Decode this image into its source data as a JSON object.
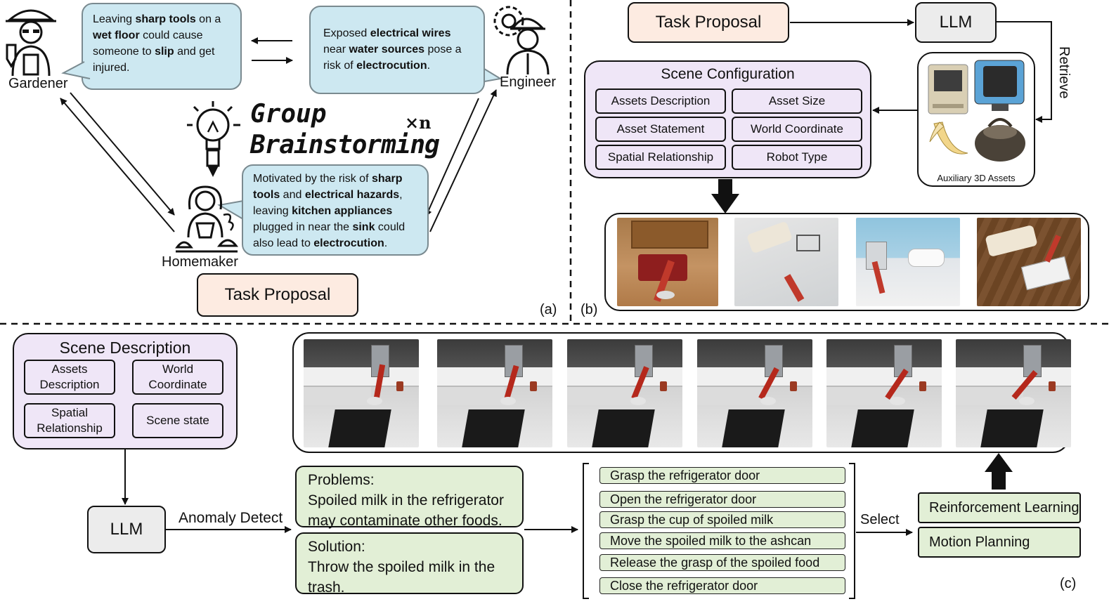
{
  "panel_a": {
    "gardener_label": "Gardener",
    "engineer_label": "Engineer",
    "homemaker_label": "Homemaker",
    "group_title_line1": "Group",
    "group_title_line2": "Brainstorming",
    "times_n": "×n",
    "task_proposal": "Task Proposal",
    "panel_label": "(a)",
    "bubble_gardener": [
      [
        {
          "t": "Leaving ",
          "b": false
        },
        {
          "t": "sharp tools",
          "b": true
        },
        {
          "t": " on a",
          "b": false
        }
      ],
      [
        {
          "t": "wet floor",
          "b": true
        },
        {
          "t": " could cause",
          "b": false
        }
      ],
      [
        {
          "t": "someone to ",
          "b": false
        },
        {
          "t": "slip",
          "b": true
        },
        {
          "t": " and get",
          "b": false
        }
      ],
      [
        {
          "t": "injured.",
          "b": false
        }
      ]
    ],
    "bubble_engineer": [
      [
        {
          "t": "Exposed ",
          "b": false
        },
        {
          "t": "electrical wires",
          "b": true
        }
      ],
      [
        {
          "t": "near ",
          "b": false
        },
        {
          "t": "water sources",
          "b": true
        },
        {
          "t": " pose a",
          "b": false
        }
      ],
      [
        {
          "t": "risk of ",
          "b": false
        },
        {
          "t": "electrocution",
          "b": true
        },
        {
          "t": ".",
          "b": false
        }
      ]
    ],
    "bubble_homemaker": [
      [
        {
          "t": "Motivated by the risk of ",
          "b": false
        },
        {
          "t": "sharp",
          "b": true
        }
      ],
      [
        {
          "t": "tools",
          "b": true
        },
        {
          "t": " and ",
          "b": false
        },
        {
          "t": "electrical hazards",
          "b": true
        },
        {
          "t": ",",
          "b": false
        }
      ],
      [
        {
          "t": "leaving ",
          "b": false
        },
        {
          "t": "kitchen appliances",
          "b": true
        }
      ],
      [
        {
          "t": "plugged in near the ",
          "b": false
        },
        {
          "t": "sink",
          "b": true
        },
        {
          "t": " could",
          "b": false
        }
      ],
      [
        {
          "t": "also lead to ",
          "b": false
        },
        {
          "t": "electrocution",
          "b": true
        },
        {
          "t": ".",
          "b": false
        }
      ]
    ]
  },
  "panel_b": {
    "task_proposal": "Task Proposal",
    "llm": "LLM",
    "retrieve": "Retrieve",
    "scene_configuration": "Scene Configuration",
    "config_cells": [
      "Assets Description",
      "Asset Size",
      "Asset Statement",
      "World Coordinate",
      "Spatial Relationship",
      "Robot Type"
    ],
    "auxiliary_assets": "Auxiliary 3D Assets",
    "panel_label": "(b)"
  },
  "panel_c": {
    "scene_description": "Scene Description",
    "scene_cells": [
      "Assets Description",
      "World Coordinate",
      "Spatial Relationship",
      "Scene state"
    ],
    "llm": "LLM",
    "anomaly_detect": "Anomaly Detect",
    "problems_title": "Problems:",
    "problems_text": "Spoiled milk in the refrigerator may contaminate other foods.",
    "solution_title": "Solution:",
    "solution_text": "Throw the spoiled milk in the trash.",
    "steps": [
      "Grasp the refrigerator door",
      "Open the refrigerator door",
      "Grasp the cup of spoiled milk",
      "Move the spoiled milk to the ashcan",
      "Release the grasp of the spoiled food",
      "Close the refrigerator door"
    ],
    "select": "Select",
    "reinforcement_learning": "Reinforcement Learning",
    "motion_planning": "Motion Planning",
    "panel_label": "(c)"
  },
  "colors": {
    "bubble": "#cde8f1",
    "peach": "#fdebe1",
    "lavender": "#efe6f7",
    "green": "#e2efd6",
    "grey": "#ececec"
  }
}
